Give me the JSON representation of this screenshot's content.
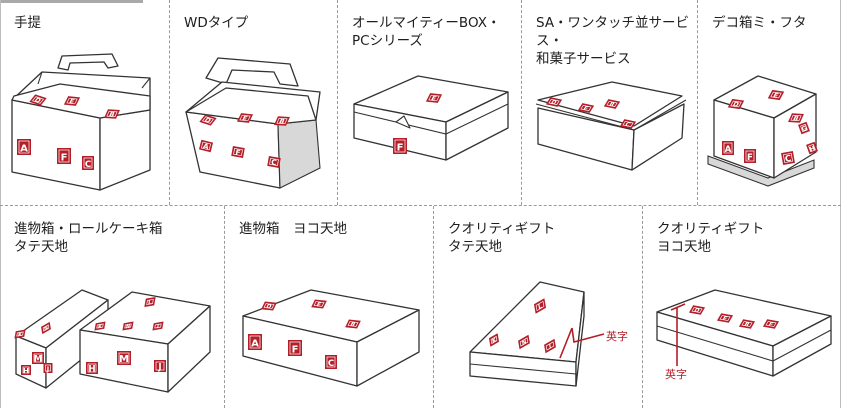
{
  "panels": {
    "tebage": {
      "title": "手提"
    },
    "wd": {
      "title": "WDタイプ"
    },
    "allmighty": {
      "title": "オールマイティーBOX・\nPCシリーズ"
    },
    "sa": {
      "title": "SA・ワンタッチ並サービス・\n和菓子サービス"
    },
    "deco": {
      "title": "デコ箱ミ・フタ"
    },
    "shinmotsu_tate": {
      "title": "進物箱・ロールケーキ箱\nタテ天地"
    },
    "shinmotsu_yoko": {
      "title": "進物箱　ヨコ天地"
    },
    "quality_tate": {
      "title": "クオリティギフト\nタテ天地",
      "note": "英字"
    },
    "quality_yoko": {
      "title": "クオリティギフト\nヨコ天地",
      "note": "英字"
    }
  },
  "labels": {
    "tebage": [
      "D",
      "E",
      "B",
      "A",
      "F",
      "C"
    ],
    "wd": [
      "D",
      "E",
      "B",
      "A",
      "F",
      "C"
    ],
    "allmighty": [
      "E",
      "F"
    ],
    "sa": [
      "D",
      "E",
      "B",
      "C"
    ],
    "deco": [
      "D",
      "E",
      "B",
      "A",
      "F",
      "C",
      "G",
      "H"
    ],
    "shinmotsu_left": [
      "K",
      "N",
      "H",
      "M",
      "J"
    ],
    "shinmotsu_right": [
      "L",
      "K",
      "N",
      "I",
      "H",
      "M",
      "J"
    ],
    "shinmotsu_yoko": [
      "D",
      "E",
      "B",
      "A",
      "F",
      "C"
    ],
    "quality_tate": [
      "L",
      "K",
      "N",
      "I"
    ],
    "quality_yoko": [
      "D",
      "E",
      "B",
      "F"
    ]
  },
  "colors": {
    "label_red": "#b41e28",
    "divider": "#9a9a9a"
  }
}
